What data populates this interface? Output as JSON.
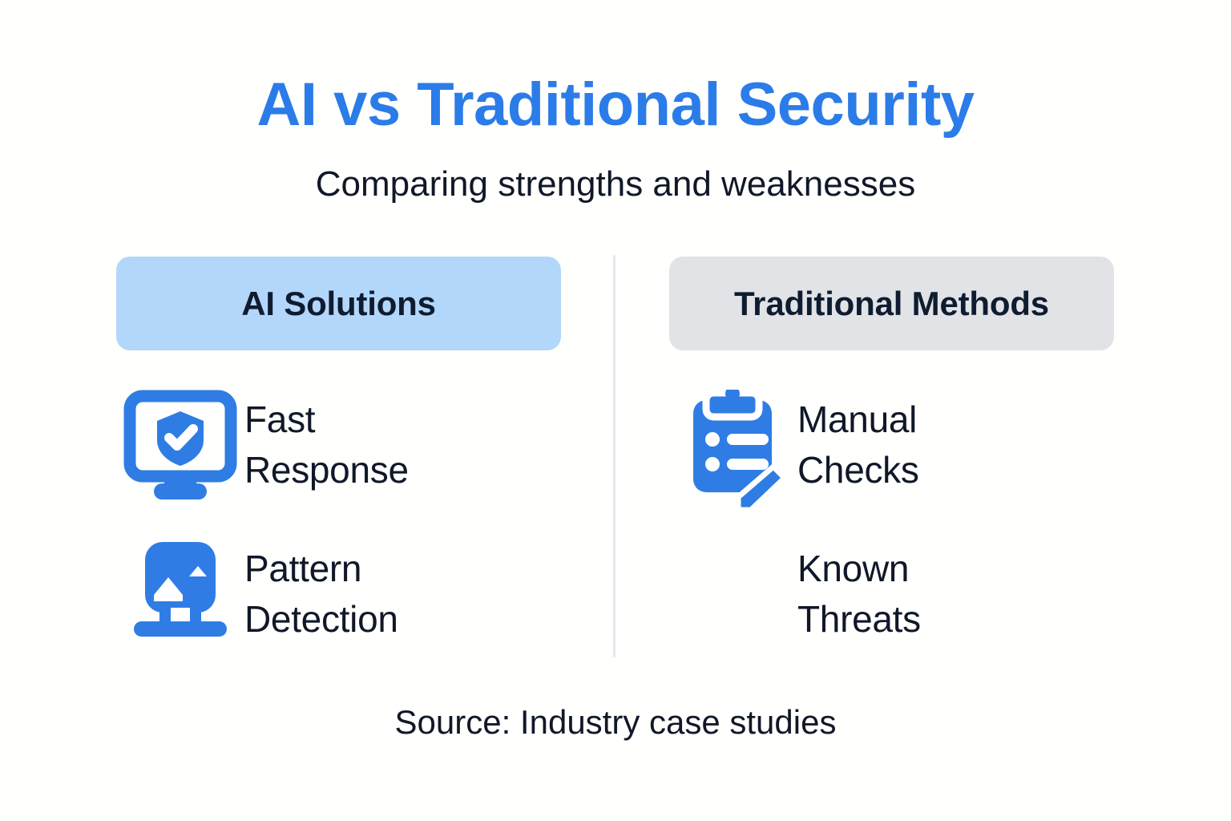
{
  "header": {
    "title": "AI vs Traditional Security",
    "subtitle": "Comparing strengths and weaknesses",
    "title_color": "#2b7ce8",
    "text_color": "#101828"
  },
  "columns": [
    {
      "heading": "AI Solutions",
      "pill_color": "#b3d7fa",
      "items": [
        {
          "label": "Fast\nResponse",
          "icon": "monitor-shield-check-icon",
          "icon_color": "#2f7de4"
        },
        {
          "label": "Pattern\nDetection",
          "icon": "pattern-image-screen-icon",
          "icon_color": "#2f7de4"
        }
      ]
    },
    {
      "heading": "Traditional Methods",
      "pill_color": "#e2e3e7",
      "items": [
        {
          "label": "Manual\nChecks",
          "icon": "clipboard-checklist-pencil-icon",
          "icon_color": "#2f7de4"
        },
        {
          "label": "Known\nThreats",
          "icon": "none",
          "icon_color": "#2f7de4"
        }
      ]
    }
  ],
  "footer": {
    "source": "Source: Industry case studies"
  },
  "background_color": "#fffffd",
  "divider_color": "#e7e8ea"
}
